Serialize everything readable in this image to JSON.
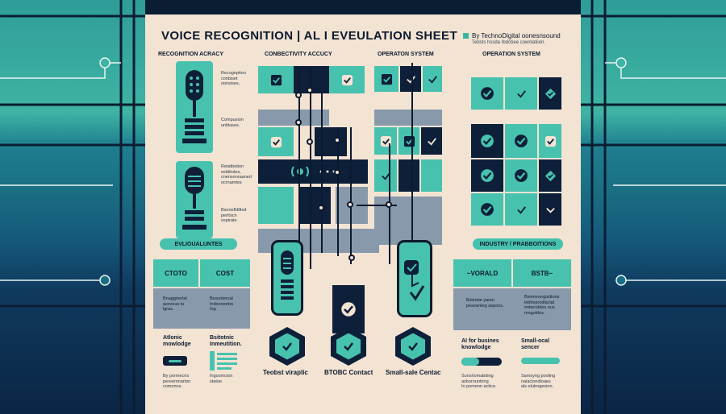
{
  "sheet": {
    "title": "VOICE RECOGNITION | AL I EVEULATION SHEET",
    "byline": "By TechnoDigital",
    "byline_tail": "oonesnsound",
    "byline_sub": "Tebsts hssda Ibdcbee cownlatiion."
  },
  "headers": {
    "col1": "RECOGNITION ACRACY",
    "col2": "CONBECTIVITY ACCUCY",
    "col3": "OPERATON SYSTEM",
    "col4": "OPERATION SYSTEM"
  },
  "mic_notes": [
    "Recognption\nconbiset\noonsises.",
    "Compusion\nunlitases.",
    "Retatbotion\nestititotes,\ncnensonraaned\nocrnamtes",
    "Bsenefldified\nperfoicn\nospirate"
  ],
  "lower": {
    "left_banner": "EVLIOUALUNTES",
    "right_banner": "INDUSTRY / PRABBOITIONS",
    "box_ctoto": "CTOTO",
    "box_cost": "COST",
    "box_vorald": "~VORALD",
    "box_bstb": "BSTB~",
    "note_a": "Bnaggnertal\nasvvous tu\nlgras.",
    "note_b": "Bssuntercal\nIndcorsorbn\nIng",
    "note_c": "Bslemte yaour\npeseanteg aspons.",
    "note_d": "Bsiemnergisittons\nlebheprodlacial\nenbersbtes ous\nmngoldos.",
    "item1_title": "Atlonic\nmowlodge",
    "item2_title": "Bsitotnic\nInmeutition.",
    "item1_note": "By pormecris\npereemnarton\ncomonos.",
    "item2_note": "Ingosmcton\nstatoe.",
    "caption1": "Teobst viraplic",
    "caption2": "BTOBC Contact",
    "caption3": "Small-sale Centac",
    "item3_title": "AI for busines\nknowlodge",
    "item4_title": "Small-ocal\nsencer",
    "item3_note": "Sunsrlomabding\nasborountring\nIn pomenn actice.",
    "item4_note": "Samsyng pooling\nnaiaclondloaes\nals elutrogesion."
  },
  "colors": {
    "teal": "#47c2ae",
    "navy": "#0d1f39",
    "slate": "#8799aa",
    "cream": "#f3e3d3"
  },
  "icons": [
    "check-icon",
    "microphone-icon",
    "smartphone-icon",
    "shield-check-icon",
    "toggle-icon",
    "list-icon",
    "sound-wave-icon"
  ]
}
